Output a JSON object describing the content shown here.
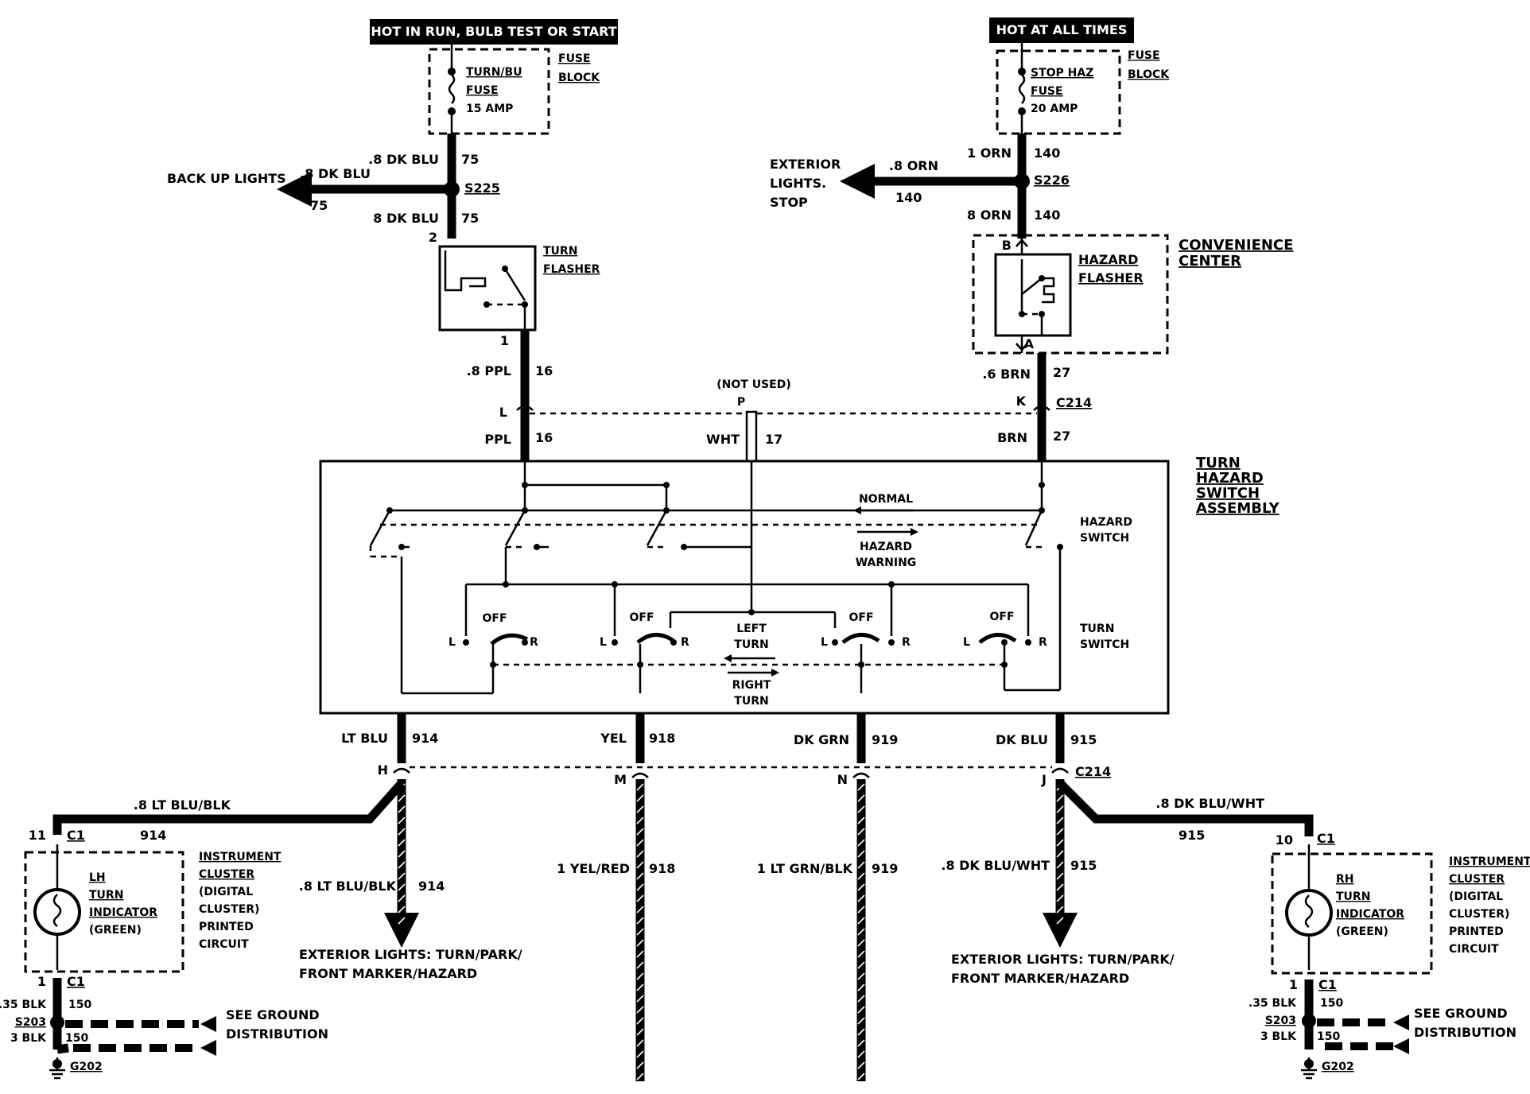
{
  "labels": {
    "hot_run": "HOT IN RUN, BULB TEST OR START",
    "hot_all": "HOT AT ALL TIMES",
    "fuse_block_l": [
      "FUSE",
      "BLOCK"
    ],
    "fuse_block_r": [
      "FUSE",
      "BLOCK"
    ],
    "turn_bu_fuse": [
      "TURN/BU",
      "FUSE"
    ],
    "turn_bu_amp": "15 AMP",
    "stop_haz_fuse": [
      "STOP HAZ",
      "FUSE"
    ],
    "stop_haz_amp": "20 AMP",
    "back_up_lights": "BACK UP LIGHTS",
    "exterior_lights_stop": [
      "EXTERIOR",
      "LIGHTS.",
      "STOP"
    ],
    "w_8dkblu_a": ".8 DK BLU",
    "w_8dkblu_b": ".8 DK BLU",
    "w_8dkblu_c": "8 DK BLU",
    "c75a": "75",
    "c75b": "75",
    "c75c": "75",
    "w_1orn": "1 ORN",
    "w_8orn_a": ".8 ORN",
    "w_8orn_b": "8 ORN",
    "c140a": "140",
    "c140b": "140",
    "c140c": "140",
    "s225": "S225",
    "s226": "S226",
    "pin2": "2",
    "turn_flasher": [
      "TURN",
      "FLASHER"
    ],
    "convenience_center": [
      "CONVENIENCE",
      "CENTER"
    ],
    "hazard_flasher": [
      "HAZARD",
      "FLASHER"
    ],
    "pinB": "B",
    "pinA": "A",
    "pin1": "1",
    "w_8ppl": ".8 PPL",
    "c16a": "16",
    "w_6brn": ".6 BRN",
    "c27a": "27",
    "not_used": "(NOT USED)",
    "pinL": "L",
    "pinP": "P",
    "pinK": "K",
    "c214a": "C214",
    "w_ppl": "PPL",
    "c16b": "16",
    "w_wht": "WHT",
    "c17": "17",
    "w_brn": "BRN",
    "c27b": "27",
    "turn_hazard_switch": [
      "TURN",
      "HAZARD",
      "SWITCH",
      "ASSEMBLY"
    ],
    "normal": "NORMAL",
    "hazard_warning": [
      "HAZARD",
      "WARNING"
    ],
    "hazard_switch": [
      "HAZARD",
      "SWITCH"
    ],
    "off": [
      "OFF",
      "OFF",
      "OFF",
      "OFF"
    ],
    "sw_L": "L",
    "sw_R": "R",
    "left_turn": [
      "LEFT",
      "TURN"
    ],
    "right_turn": [
      "RIGHT",
      "TURN"
    ],
    "turn_switch": [
      "TURN",
      "SWITCH"
    ],
    "w_ltblu": "LT BLU",
    "c914a": "914",
    "w_yel": "YEL",
    "c918a": "918",
    "w_dkgrn": "DK GRN",
    "c919a": "919",
    "w_dkblu": "DK BLU",
    "c915a": "915",
    "pinH": "H",
    "pinM": "M",
    "pinN": "N",
    "pinJ": "J",
    "c214b": "C214",
    "w_8ltblublk_a": ".8 LT BLU/BLK",
    "w_8dkbluwht_a": ".8 DK BLU/WHT",
    "pin11": "11",
    "c1a": "C1",
    "c914b": "914",
    "pin10": "10",
    "c1b": "C1",
    "c915b": "915",
    "lh_turn": [
      "LH",
      "TURN",
      "INDICATOR",
      "(GREEN)"
    ],
    "rh_turn": [
      "RH",
      "TURN",
      "INDICATOR",
      "(GREEN)"
    ],
    "instrument_cluster_l": [
      "INSTRUMENT",
      "CLUSTER",
      "(DIGITAL",
      "CLUSTER)",
      "PRINTED",
      "CIRCUIT"
    ],
    "instrument_cluster_r": [
      "INSTRUMENT",
      "CLUSTER",
      "(DIGITAL",
      "CLUSTER)",
      "PRINTED",
      "CIRCUIT"
    ],
    "w_8ltblublk_b": ".8 LT BLU/BLK",
    "c914c": "914",
    "w_1yelred": "1 YEL/RED",
    "c918b": "918",
    "w_1ltgrnblk": "1 LT GRN/BLK",
    "c919b": "919",
    "w_8dkbluwht_b": ".8 DK BLU/WHT",
    "c915c": "915",
    "ext_lights_turn_l": [
      "EXTERIOR LIGHTS: TURN/PARK/",
      "FRONT MARKER/HAZARD"
    ],
    "ext_lights_turn_r": [
      "EXTERIOR LIGHTS: TURN/PARK/",
      "FRONT MARKER/HAZARD"
    ],
    "pin1_c1_l": "1",
    "c1c": "C1",
    "pin1_c1_r": "1",
    "c1d": "C1",
    "w_35blk_l": ".35 BLK",
    "c150a": "150",
    "w_35blk_r": ".35 BLK",
    "c150b": "150",
    "s203_l": "S203",
    "s203_r": "S203",
    "w_3blk_l": "3 BLK",
    "w_3blk_r": "3 BLK",
    "c150c": "150",
    "c150d": "150",
    "g202_l": "G202",
    "g202_r": "G202",
    "see_ground_l": [
      "SEE GROUND",
      "DISTRIBUTION"
    ],
    "see_ground_r": [
      "SEE GROUND",
      "DISTRIBUTION"
    ]
  }
}
